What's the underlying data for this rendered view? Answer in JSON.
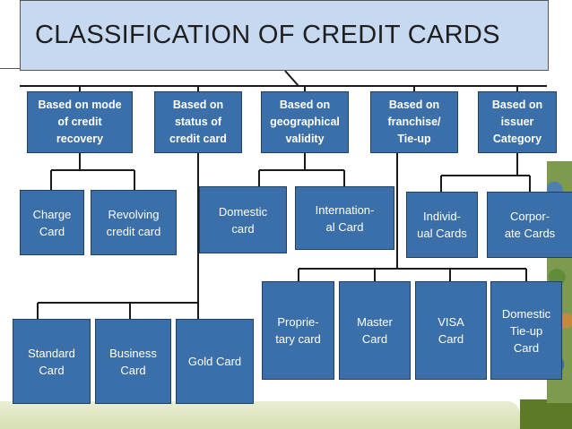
{
  "title": "CLASSIFICATION OF CREDIT CARDS",
  "categories": {
    "recovery": "Based on mode\nof credit\nrecovery",
    "status": "Based on\nstatus of\ncredit card",
    "geo": "Based on\ngeographical\nvalidity",
    "franchise": "Based on\nfranchise/\nTie-up",
    "issuer": "Based on\nissuer\nCategory"
  },
  "leaves": {
    "charge": "Charge\nCard",
    "revolving": "Revolving\ncredit card",
    "domestic": "Domestic\ncard",
    "international": "Internation-\nal Card",
    "individual": "Individ-\nual Cards",
    "corporate": "Corpor-\nate Cards",
    "standard": "Standard\nCard",
    "business": "Business\nCard",
    "gold": "Gold Card",
    "proprietary": "Proprie-\ntary card",
    "master": "Master\nCard",
    "visa": "VISA\nCard",
    "domestic_tieup": "Domestic\nTie-up\nCard"
  }
}
